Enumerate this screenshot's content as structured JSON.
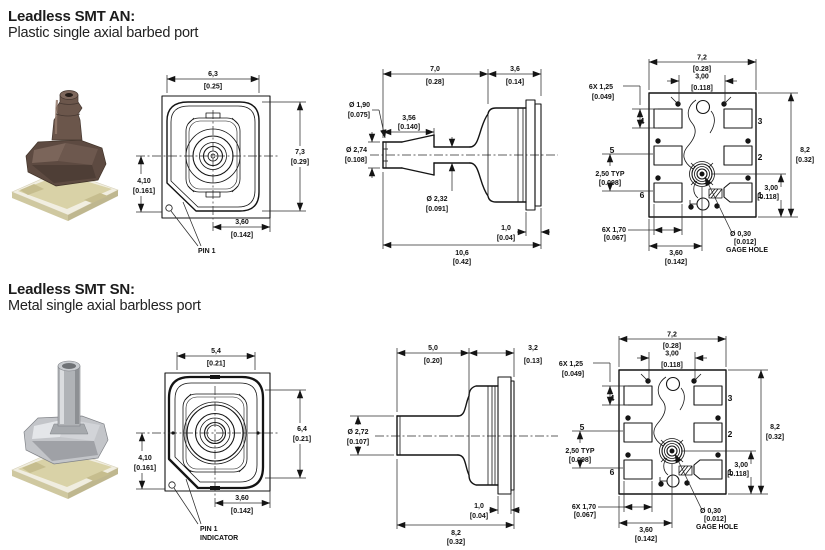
{
  "sections": [
    {
      "heading": "Leadless SMT AN:",
      "subheading": "Plastic single axial barbed port",
      "photo_alt": "plastic-barbed-port-sensor",
      "front": {
        "top_mm": "6,3",
        "top_in": "[0.25]",
        "side_mm": "7,3",
        "side_in": "[0.29]",
        "left_mm": "4,10",
        "left_in": "[0.161]",
        "bottom_mm": "3,60",
        "bottom_in": "[0.142]",
        "pin_line1": "PIN 1",
        "pin_line2": ""
      },
      "profile": {
        "port_mm": "7,0",
        "port_in": "[0.28]",
        "body_mm": "3,6",
        "body_in": "[0.14]",
        "tip_id_mm": "Ø 1,90",
        "tip_id_in": "[0.075]",
        "barb_mm": "3,56",
        "barb_in": "[0.140]",
        "tip_od_mm": "Ø 2,74",
        "tip_od_in": "[0.108]",
        "tube_od_mm": "Ø 2,32",
        "tube_od_in": "[0.091]",
        "pcb_mm": "1,0",
        "pcb_in": "[0.04]",
        "overall_mm": "10,6",
        "overall_in": "[0.42]"
      },
      "back": {
        "width_mm": "7,2",
        "width_in": "[0.28]",
        "center_mm": "3,00",
        "center_in": "[0.118]",
        "padh_mm": "6X 1,25",
        "padh_in": "[0.049]",
        "pitch_mm": "2,50 TYP",
        "pitch_in": "[0.098]",
        "height_mm": "8,2",
        "height_in": "[0.32]",
        "offset_mm": "3,00",
        "offset_in": "[0.118]",
        "padw_mm": "6X 1,70",
        "padw_in": "[0.067]",
        "gagex_mm": "3,60",
        "gagex_in": "[0.142]",
        "gaged_mm": "Ø 0,30",
        "gaged_in": "[0.012]",
        "gage_label": "GAGE HOLE",
        "pins": [
          "4",
          "5",
          "6",
          "3",
          "2",
          "1"
        ]
      }
    },
    {
      "heading": "Leadless SMT SN:",
      "subheading": "Metal single axial barbless port",
      "photo_alt": "metal-barbless-port-sensor",
      "front": {
        "top_mm": "5,4",
        "top_in": "[0.21]",
        "side_mm": "6,4",
        "side_in": "[0.21]",
        "left_mm": "4,10",
        "left_in": "[0.161]",
        "bottom_mm": "3,60",
        "bottom_in": "[0.142]",
        "pin_line1": "PIN 1",
        "pin_line2": "INDICATOR"
      },
      "profile": {
        "port_mm": "5,0",
        "port_in": "[0.20]",
        "body_mm": "3,2",
        "body_in": "[0.13]",
        "tube_od_mm": "Ø 2,72",
        "tube_od_in": "[0.107]",
        "pcb_mm": "1,0",
        "pcb_in": "[0.04]",
        "overall_mm": "8,2",
        "overall_in": "[0.32]"
      },
      "back": {
        "width_mm": "7,2",
        "width_in": "[0.28]",
        "center_mm": "3,00",
        "center_in": "[0.118]",
        "padh_mm": "6X 1,25",
        "padh_in": "[0.049]",
        "pitch_mm": "2,50 TYP",
        "pitch_in": "[0.098]",
        "height_mm": "8,2",
        "height_in": "[0.32]",
        "offset_mm": "3,00",
        "offset_in": "[0.118]",
        "padw_mm": "6X 1,70",
        "padw_in": "[0.067]",
        "gagex_mm": "3,60",
        "gagex_in": "[0.142]",
        "gaged_mm": "Ø 0,30",
        "gaged_in": "[0.012]",
        "gage_label": "GAGE HOLE",
        "pins": [
          "4",
          "5",
          "6",
          "3",
          "2",
          "1"
        ]
      }
    }
  ]
}
